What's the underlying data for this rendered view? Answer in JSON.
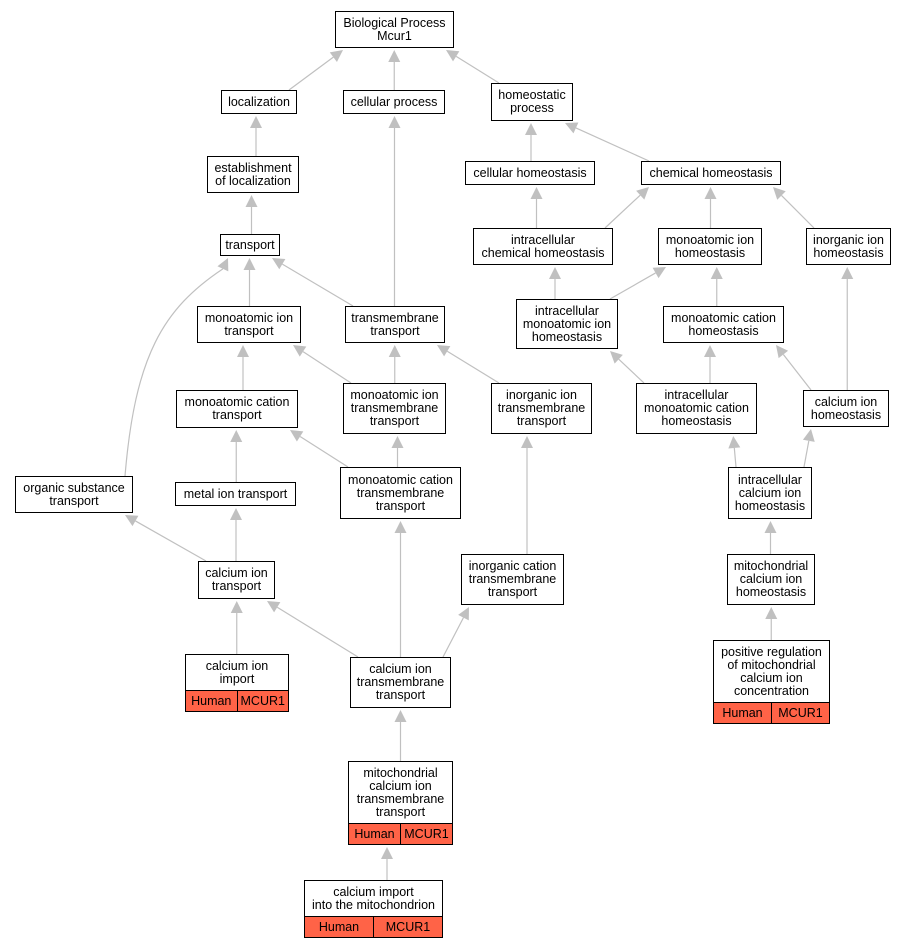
{
  "colors": {
    "edge": "#c0c0c0",
    "tag_fill": "#ff6347",
    "border": "#000000"
  },
  "nodes": {
    "root": {
      "label": "Biological Process\nMcur1"
    },
    "localization": {
      "label": "localization"
    },
    "cellular_process": {
      "label": "cellular process"
    },
    "homeostatic_process": {
      "label": "homeostatic\nprocess"
    },
    "establishment_loc": {
      "label": "establishment\nof localization"
    },
    "cellular_homeostasis": {
      "label": "cellular homeostasis"
    },
    "chemical_homeostasis": {
      "label": "chemical homeostasis"
    },
    "transport": {
      "label": "transport"
    },
    "intracellular_chem_homeo": {
      "label": "intracellular\nchemical homeostasis"
    },
    "monoatomic_ion_homeo": {
      "label": "monoatomic ion\nhomeostasis"
    },
    "inorganic_ion_homeo": {
      "label": "inorganic ion\nhomeostasis"
    },
    "monoatomic_ion_transport": {
      "label": "monoatomic ion\ntransport"
    },
    "transmembrane_transport": {
      "label": "transmembrane\ntransport"
    },
    "intracellular_monoatomic_ion_homeo": {
      "label": "intracellular\nmonoatomic ion\nhomeostasis"
    },
    "monoatomic_cation_homeo": {
      "label": "monoatomic cation\nhomeostasis"
    },
    "monoatomic_cation_transport": {
      "label": "monoatomic cation\ntransport"
    },
    "monoatomic_ion_tm_transport": {
      "label": "monoatomic ion\ntransmembrane\ntransport"
    },
    "inorganic_ion_tm_transport": {
      "label": "inorganic ion\ntransmembrane\ntransport"
    },
    "intracellular_monoatomic_cation_homeo": {
      "label": "intracellular\nmonoatomic cation\nhomeostasis"
    },
    "calcium_ion_homeo": {
      "label": "calcium ion\nhomeostasis"
    },
    "organic_substance_transport": {
      "label": "organic substance\ntransport"
    },
    "metal_ion_transport": {
      "label": "metal ion transport"
    },
    "monoatomic_cation_tm_transport": {
      "label": "monoatomic cation\ntransmembrane\ntransport"
    },
    "intracellular_calcium_ion_homeo": {
      "label": "intracellular\ncalcium ion\nhomeostasis"
    },
    "calcium_ion_transport": {
      "label": "calcium ion\ntransport"
    },
    "inorganic_cation_tm_transport": {
      "label": "inorganic cation\ntransmembrane\ntransport"
    },
    "mito_calcium_ion_homeo": {
      "label": "mitochondrial\ncalcium ion\nhomeostasis"
    },
    "calcium_ion_import": {
      "label": "calcium ion\nimport",
      "tags": [
        "Human",
        "MCUR1"
      ]
    },
    "calcium_ion_tm_transport": {
      "label": "calcium ion\ntransmembrane\ntransport"
    },
    "pos_reg_mito_calcium": {
      "label": "positive regulation\nof mitochondrial\ncalcium ion\nconcentration",
      "tags": [
        "Human",
        "MCUR1"
      ]
    },
    "mito_calcium_ion_tm_transport": {
      "label": "mitochondrial\ncalcium ion\ntransmembrane\ntransport",
      "tags": [
        "Human",
        "MCUR1"
      ]
    },
    "calcium_import_mito": {
      "label": "calcium import\ninto the mitochondrion",
      "tags": [
        "Human",
        "MCUR1"
      ]
    }
  },
  "edges": [
    [
      "localization",
      "root"
    ],
    [
      "cellular_process",
      "root"
    ],
    [
      "homeostatic_process",
      "root"
    ],
    [
      "establishment_loc",
      "localization"
    ],
    [
      "cellular_homeostasis",
      "homeostatic_process"
    ],
    [
      "chemical_homeostasis",
      "homeostatic_process"
    ],
    [
      "transport",
      "establishment_loc"
    ],
    [
      "intracellular_chem_homeo",
      "cellular_homeostasis"
    ],
    [
      "intracellular_chem_homeo",
      "chemical_homeostasis"
    ],
    [
      "monoatomic_ion_homeo",
      "chemical_homeostasis"
    ],
    [
      "inorganic_ion_homeo",
      "chemical_homeostasis"
    ],
    [
      "monoatomic_ion_transport",
      "transport"
    ],
    [
      "transmembrane_transport",
      "transport"
    ],
    [
      "transmembrane_transport",
      "cellular_process"
    ],
    [
      "organic_substance_transport",
      "transport"
    ],
    [
      "intracellular_monoatomic_ion_homeo",
      "intracellular_chem_homeo"
    ],
    [
      "intracellular_monoatomic_ion_homeo",
      "monoatomic_ion_homeo"
    ],
    [
      "monoatomic_cation_homeo",
      "monoatomic_ion_homeo"
    ],
    [
      "monoatomic_cation_transport",
      "monoatomic_ion_transport"
    ],
    [
      "monoatomic_ion_tm_transport",
      "monoatomic_ion_transport"
    ],
    [
      "monoatomic_ion_tm_transport",
      "transmembrane_transport"
    ],
    [
      "inorganic_ion_tm_transport",
      "transmembrane_transport"
    ],
    [
      "intracellular_monoatomic_cation_homeo",
      "intracellular_monoatomic_ion_homeo"
    ],
    [
      "intracellular_monoatomic_cation_homeo",
      "monoatomic_cation_homeo"
    ],
    [
      "calcium_ion_homeo",
      "monoatomic_cation_homeo"
    ],
    [
      "calcium_ion_homeo",
      "inorganic_ion_homeo"
    ],
    [
      "metal_ion_transport",
      "monoatomic_cation_transport"
    ],
    [
      "monoatomic_cation_tm_transport",
      "monoatomic_cation_transport"
    ],
    [
      "monoatomic_cation_tm_transport",
      "monoatomic_ion_tm_transport"
    ],
    [
      "intracellular_calcium_ion_homeo",
      "intracellular_monoatomic_cation_homeo"
    ],
    [
      "intracellular_calcium_ion_homeo",
      "calcium_ion_homeo"
    ],
    [
      "calcium_ion_transport",
      "metal_ion_transport"
    ],
    [
      "calcium_ion_transport",
      "organic_substance_transport"
    ],
    [
      "inorganic_cation_tm_transport",
      "inorganic_ion_tm_transport"
    ],
    [
      "mito_calcium_ion_homeo",
      "intracellular_calcium_ion_homeo"
    ],
    [
      "calcium_ion_import",
      "calcium_ion_transport"
    ],
    [
      "calcium_ion_tm_transport",
      "calcium_ion_transport"
    ],
    [
      "calcium_ion_tm_transport",
      "monoatomic_cation_tm_transport"
    ],
    [
      "calcium_ion_tm_transport",
      "inorganic_cation_tm_transport"
    ],
    [
      "pos_reg_mito_calcium",
      "mito_calcium_ion_homeo"
    ],
    [
      "mito_calcium_ion_tm_transport",
      "calcium_ion_tm_transport"
    ],
    [
      "calcium_import_mito",
      "mito_calcium_ion_tm_transport"
    ]
  ]
}
